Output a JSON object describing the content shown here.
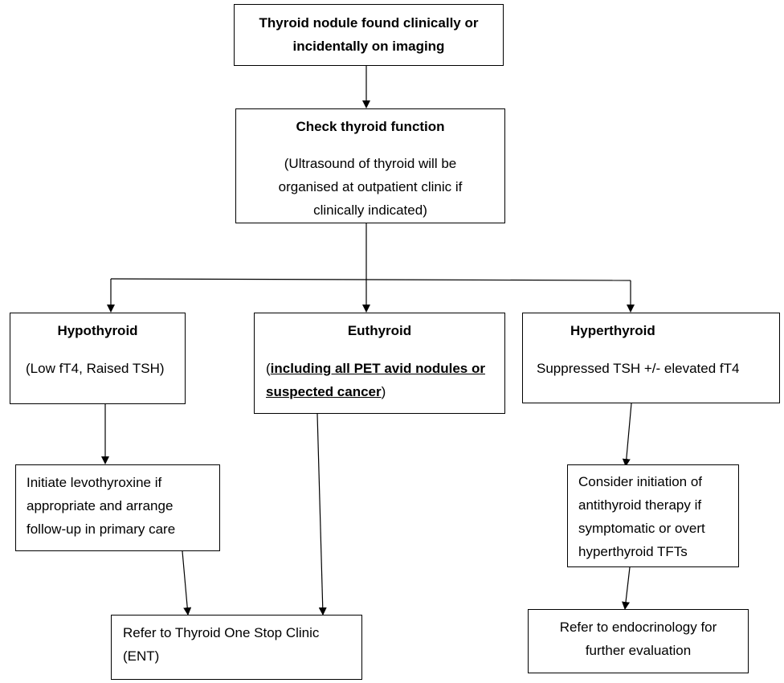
{
  "nodes": {
    "start": {
      "line1": "Thyroid nodule found clinically or",
      "line2": "incidentally on imaging"
    },
    "check": {
      "title": "Check thyroid function",
      "note_line1": "(Ultrasound of thyroid will be",
      "note_line2": "organised at outpatient clinic if",
      "note_line3": "clinically indicated)"
    },
    "hypo": {
      "title": "Hypothyroid",
      "detail": "(Low fT4, Raised TSH)"
    },
    "eu": {
      "title": "Euthyroid",
      "open_paren": "(",
      "detail_underlined_1": "including all PET avid nodules or",
      "detail_underlined_2": "suspected cancer",
      "close_paren": ")"
    },
    "hyper": {
      "title": "Hyperthyroid",
      "detail": "Suppressed TSH +/- elevated fT4"
    },
    "levo": {
      "line1": "Initiate levothyroxine if",
      "line2": "appropriate and arrange",
      "line3": "follow-up in primary care"
    },
    "antithyroid": {
      "line1": "Consider initiation of",
      "line2": "antithyroid therapy if",
      "line3": "symptomatic or overt",
      "line4": "hyperthyroid TFTs"
    },
    "refer_ent": {
      "line1": "Refer to Thyroid One Stop Clinic",
      "line2": "(ENT)"
    },
    "refer_endo": {
      "line1": "Refer to endocrinology for",
      "line2": "further evaluation"
    }
  }
}
